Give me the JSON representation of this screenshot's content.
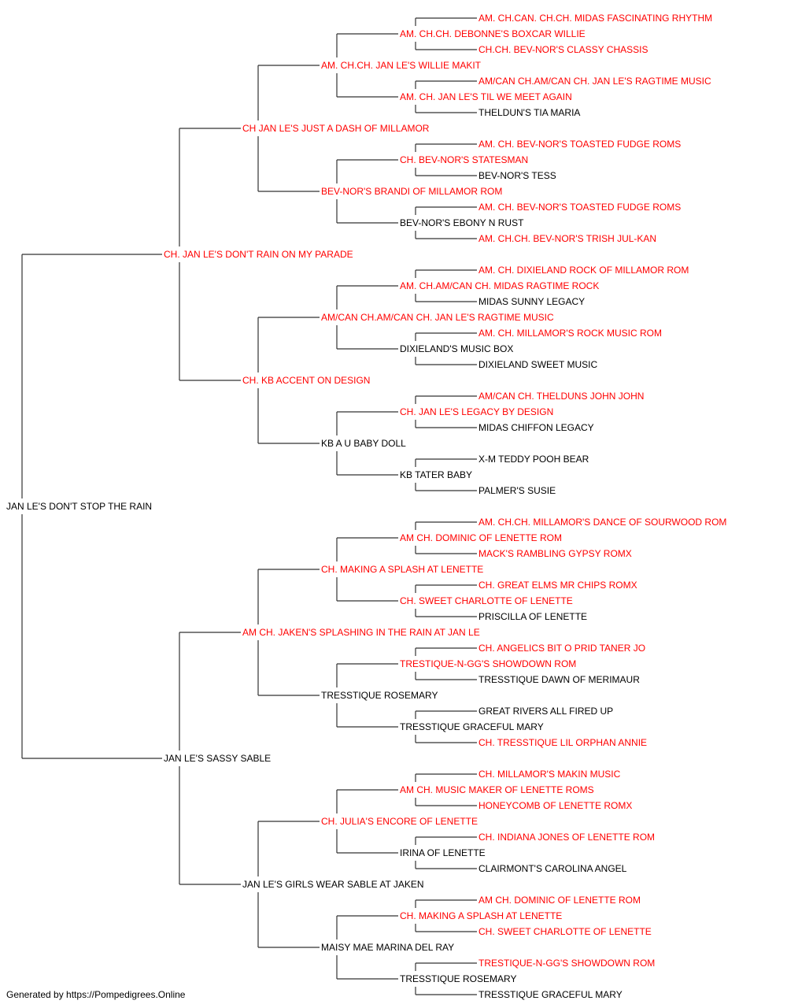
{
  "colors": {
    "champion": "#ff0000",
    "regular": "#000000",
    "line": "#333333"
  },
  "pedigree": {
    "name": "JAN LE'S DON'T STOP THE RAIN",
    "champion": false,
    "sire": {
      "name": "CH. JAN LE'S DON'T RAIN ON MY PARADE",
      "champion": true,
      "sire": {
        "name": "CH JAN LE'S JUST A DASH OF MILLAMOR",
        "champion": true,
        "sire": {
          "name": "AM. CH.CH. JAN LE'S WILLIE MAKIT",
          "champion": true,
          "sire": {
            "name": "AM. CH.CH. DEBONNE'S BOXCAR WILLIE",
            "champion": true,
            "sire": {
              "name": "AM. CH.CAN. CH.CH. MIDAS FASCINATING RHYTHM",
              "champion": true
            },
            "dam": {
              "name": "CH.CH. BEV-NOR'S CLASSY CHASSIS",
              "champion": true
            }
          },
          "dam": {
            "name": "AM. CH. JAN LE'S TIL WE MEET AGAIN",
            "champion": true,
            "sire": {
              "name": "AM/CAN CH.AM/CAN CH. JAN LE'S RAGTIME MUSIC",
              "champion": true
            },
            "dam": {
              "name": "THELDUN'S TIA MARIA",
              "champion": false
            }
          }
        },
        "dam": {
          "name": "BEV-NOR'S BRANDI OF MILLAMOR ROM",
          "champion": true,
          "sire": {
            "name": "CH. BEV-NOR'S STATESMAN",
            "champion": true,
            "sire": {
              "name": "AM. CH. BEV-NOR'S TOASTED FUDGE ROMS",
              "champion": true
            },
            "dam": {
              "name": "BEV-NOR'S TESS",
              "champion": false
            }
          },
          "dam": {
            "name": "BEV-NOR'S EBONY N RUST",
            "champion": false,
            "sire": {
              "name": "AM. CH. BEV-NOR'S TOASTED FUDGE ROMS",
              "champion": true
            },
            "dam": {
              "name": "AM. CH.CH. BEV-NOR'S TRISH JUL-KAN",
              "champion": true
            }
          }
        }
      },
      "dam": {
        "name": "CH. KB ACCENT ON DESIGN",
        "champion": true,
        "sire": {
          "name": "AM/CAN CH.AM/CAN CH. JAN LE'S RAGTIME MUSIC",
          "champion": true,
          "sire": {
            "name": "AM. CH.AM/CAN CH. MIDAS RAGTIME ROCK",
            "champion": true,
            "sire": {
              "name": "AM. CH. DIXIELAND ROCK OF MILLAMOR ROM",
              "champion": true
            },
            "dam": {
              "name": "MIDAS SUNNY LEGACY",
              "champion": false
            }
          },
          "dam": {
            "name": "DIXIELAND'S MUSIC BOX",
            "champion": false,
            "sire": {
              "name": "AM. CH. MILLAMOR'S ROCK MUSIC ROM",
              "champion": true
            },
            "dam": {
              "name": "DIXIELAND SWEET MUSIC",
              "champion": false
            }
          }
        },
        "dam": {
          "name": "KB A U BABY DOLL",
          "champion": false,
          "sire": {
            "name": "CH. JAN LE'S LEGACY BY DESIGN",
            "champion": true,
            "sire": {
              "name": "AM/CAN CH. THELDUNS JOHN JOHN",
              "champion": true
            },
            "dam": {
              "name": "MIDAS CHIFFON LEGACY",
              "champion": false
            }
          },
          "dam": {
            "name": "KB TATER BABY",
            "champion": false,
            "sire": {
              "name": "X-M TEDDY POOH BEAR",
              "champion": false
            },
            "dam": {
              "name": "PALMER'S SUSIE",
              "champion": false
            }
          }
        }
      }
    },
    "dam": {
      "name": "JAN LE'S SASSY SABLE",
      "champion": false,
      "sire": {
        "name": "AM CH. JAKEN'S SPLASHING IN THE RAIN AT JAN LE",
        "champion": true,
        "sire": {
          "name": "CH. MAKING A SPLASH AT LENETTE",
          "champion": true,
          "sire": {
            "name": "AM CH. DOMINIC OF LENETTE ROM",
            "champion": true,
            "sire": {
              "name": "AM. CH.CH. MILLAMOR'S DANCE OF SOURWOOD ROM",
              "champion": true
            },
            "dam": {
              "name": "MACK'S RAMBLING GYPSY ROMX",
              "champion": true
            }
          },
          "dam": {
            "name": "CH. SWEET CHARLOTTE OF LENETTE",
            "champion": true,
            "sire": {
              "name": "CH. GREAT ELMS MR CHIPS ROMX",
              "champion": true
            },
            "dam": {
              "name": "PRISCILLA OF LENETTE",
              "champion": false
            }
          }
        },
        "dam": {
          "name": "TRESSTIQUE ROSEMARY",
          "champion": false,
          "sire": {
            "name": "TRESTIQUE-N-GG'S SHOWDOWN ROM",
            "champion": true,
            "sire": {
              "name": "CH. ANGELICS BIT O PRID TANER JO",
              "champion": true
            },
            "dam": {
              "name": "TRESSTIQUE DAWN OF MERIMAUR",
              "champion": false
            }
          },
          "dam": {
            "name": "TRESSTIQUE GRACEFUL MARY",
            "champion": false,
            "sire": {
              "name": "GREAT RIVERS ALL FIRED UP",
              "champion": false
            },
            "dam": {
              "name": "CH. TRESSTIQUE LIL ORPHAN ANNIE",
              "champion": true
            }
          }
        }
      },
      "dam": {
        "name": "JAN LE'S GIRLS WEAR SABLE AT JAKEN",
        "champion": false,
        "sire": {
          "name": "CH. JULIA'S ENCORE OF LENETTE",
          "champion": true,
          "sire": {
            "name": "AM CH. MUSIC MAKER OF LENETTE ROMS",
            "champion": true,
            "sire": {
              "name": "CH. MILLAMOR'S MAKIN MUSIC",
              "champion": true
            },
            "dam": {
              "name": "HONEYCOMB OF LENETTE ROMX",
              "champion": true
            }
          },
          "dam": {
            "name": "IRINA OF LENETTE",
            "champion": false,
            "sire": {
              "name": "CH. INDIANA JONES OF LENETTE ROM",
              "champion": true
            },
            "dam": {
              "name": "CLAIRMONT'S CAROLINA ANGEL",
              "champion": false
            }
          }
        },
        "dam": {
          "name": "MAISY MAE MARINA DEL RAY",
          "champion": false,
          "sire": {
            "name": "CH. MAKING A SPLASH AT LENETTE",
            "champion": true,
            "sire": {
              "name": "AM CH. DOMINIC OF LENETTE ROM",
              "champion": true
            },
            "dam": {
              "name": "CH. SWEET CHARLOTTE OF LENETTE",
              "champion": true
            }
          },
          "dam": {
            "name": "TRESSTIQUE ROSEMARY",
            "champion": false,
            "sire": {
              "name": "TRESTIQUE-N-GG'S SHOWDOWN ROM",
              "champion": true
            },
            "dam": {
              "name": "TRESSTIQUE GRACEFUL MARY",
              "champion": false
            }
          }
        }
      }
    }
  },
  "footer": {
    "text": "Generated by https://Pompedigrees.Online"
  }
}
